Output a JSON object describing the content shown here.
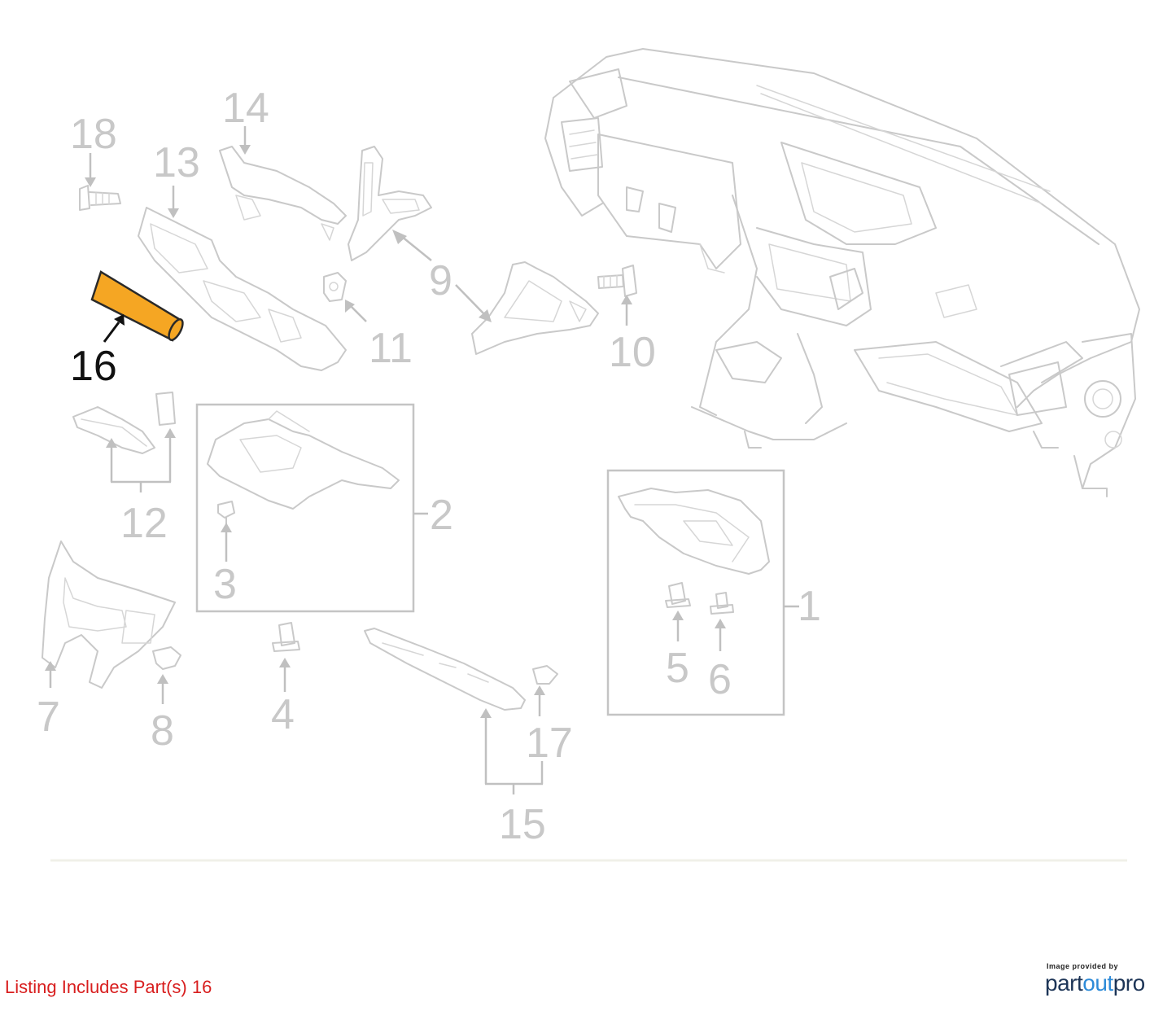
{
  "callouts": [
    {
      "id": "c1",
      "text": "1",
      "highlight": false
    },
    {
      "id": "c2",
      "text": "2",
      "highlight": false
    },
    {
      "id": "c3",
      "text": "3",
      "highlight": false
    },
    {
      "id": "c4",
      "text": "4",
      "highlight": false
    },
    {
      "id": "c5",
      "text": "5",
      "highlight": false
    },
    {
      "id": "c6",
      "text": "6",
      "highlight": false
    },
    {
      "id": "c7",
      "text": "7",
      "highlight": false
    },
    {
      "id": "c8",
      "text": "8",
      "highlight": false
    },
    {
      "id": "c9",
      "text": "9",
      "highlight": false
    },
    {
      "id": "c10",
      "text": "10",
      "highlight": false
    },
    {
      "id": "c11",
      "text": "11",
      "highlight": false
    },
    {
      "id": "c12",
      "text": "12",
      "highlight": false
    },
    {
      "id": "c13",
      "text": "13",
      "highlight": false
    },
    {
      "id": "c14",
      "text": "14",
      "highlight": false
    },
    {
      "id": "c15",
      "text": "15",
      "highlight": false
    },
    {
      "id": "c16",
      "text": "16",
      "highlight": true
    },
    {
      "id": "c17",
      "text": "17",
      "highlight": false
    },
    {
      "id": "c18",
      "text": "18",
      "highlight": false
    }
  ],
  "highlight_color": "#f5a623",
  "listing_text": "Listing Includes Part(s) 16",
  "listing_color": "#d81e1e",
  "credit": {
    "top": "Image provided by",
    "brand_a": "part",
    "brand_b": "out",
    "brand_c": "pro"
  }
}
